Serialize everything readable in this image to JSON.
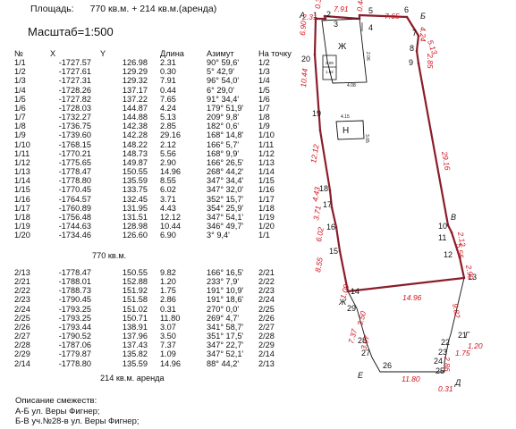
{
  "area": {
    "label": "Площадь:",
    "value": "770 кв.м. + 214 кв.м.(аренда)"
  },
  "scale": "Масштаб=1:500",
  "table1": {
    "headers": [
      "№",
      "X",
      "Y",
      "Длина",
      "Азимут",
      "На точку"
    ],
    "rows": [
      [
        "1/1",
        "-1727.57",
        "126.98",
        "2.31",
        "90° 59,6'",
        "1/2"
      ],
      [
        "1/2",
        "-1727.61",
        "129.29",
        "0.30",
        "5° 42,9'",
        "1/3"
      ],
      [
        "1/3",
        "-1727.31",
        "129.32",
        "7.91",
        "96° 54,0'",
        "1/4"
      ],
      [
        "1/4",
        "-1728.26",
        "137.17",
        "0.44",
        "6° 29,0'",
        "1/5"
      ],
      [
        "1/5",
        "-1727.82",
        "137.22",
        "7.65",
        "91° 34,4'",
        "1/6"
      ],
      [
        "1/6",
        "-1728.03",
        "144.87",
        "4.24",
        "179° 51,9'",
        "1/7"
      ],
      [
        "1/7",
        "-1732.27",
        "144.88",
        "5.13",
        "209° 9,8'",
        "1/8"
      ],
      [
        "1/8",
        "-1736.75",
        "142.38",
        "2.85",
        "182° 0,6'",
        "1/9"
      ],
      [
        "1/9",
        "-1739.60",
        "142.28",
        "29.16",
        "168° 14,8'",
        "1/10"
      ],
      [
        "1/10",
        "-1768.15",
        "148.22",
        "2.12",
        "166° 5,7'",
        "1/11"
      ],
      [
        "1/11",
        "-1770.21",
        "148.73",
        "5.56",
        "168° 9,9'",
        "1/12"
      ],
      [
        "1/12",
        "-1775.65",
        "149.87",
        "2.90",
        "166° 26,5'",
        "1/13"
      ],
      [
        "1/13",
        "-1778.47",
        "150.55",
        "14.96",
        "268° 44,2'",
        "1/14"
      ],
      [
        "1/14",
        "-1778.80",
        "135.59",
        "8.55",
        "347° 34,4'",
        "1/15"
      ],
      [
        "1/15",
        "-1770.45",
        "133.75",
        "6.02",
        "347° 32,0'",
        "1/16"
      ],
      [
        "1/16",
        "-1764.57",
        "132.45",
        "3.71",
        "352° 15,7'",
        "1/17"
      ],
      [
        "1/17",
        "-1760.89",
        "131.95",
        "4.43",
        "354° 25,9'",
        "1/18"
      ],
      [
        "1/18",
        "-1756.48",
        "131.51",
        "12.12",
        "347° 54,1'",
        "1/19"
      ],
      [
        "1/19",
        "-1744.63",
        "128.98",
        "10.44",
        "346° 49,7'",
        "1/20"
      ],
      [
        "1/20",
        "-1734.46",
        "126.60",
        "6.90",
        "3° 9,4'",
        "1/1"
      ]
    ],
    "subtotal": "770 кв.м."
  },
  "table2": {
    "rows": [
      [
        "2/13",
        "-1778.47",
        "150.55",
        "9.82",
        "166° 16,5'",
        "2/21"
      ],
      [
        "2/21",
        "-1788.01",
        "152.88",
        "1.20",
        "233° 7,9'",
        "2/22"
      ],
      [
        "2/22",
        "-1788.73",
        "151.92",
        "1.75",
        "191° 10,9'",
        "2/23"
      ],
      [
        "2/23",
        "-1790.45",
        "151.58",
        "2.86",
        "191° 18,6'",
        "2/24"
      ],
      [
        "2/24",
        "-1793.25",
        "151.02",
        "0.31",
        "270° 0,0'",
        "2/25"
      ],
      [
        "2/25",
        "-1793.25",
        "150.71",
        "11.80",
        "269° 4,7'",
        "2/26"
      ],
      [
        "2/26",
        "-1793.44",
        "138.91",
        "3.07",
        "341° 58,7'",
        "2/27"
      ],
      [
        "2/27",
        "-1790.52",
        "137.96",
        "3.50",
        "351° 17,5'",
        "2/28"
      ],
      [
        "2/28",
        "-1787.06",
        "137.43",
        "7.37",
        "347° 22,7'",
        "2/29"
      ],
      [
        "2/29",
        "-1779.87",
        "135.82",
        "1.09",
        "347° 52,1'",
        "2/14"
      ],
      [
        "2/14",
        "-1778.80",
        "135.59",
        "14.96",
        "88° 44,2'",
        "2/13"
      ]
    ],
    "subtotal": "214 кв.м. аренда"
  },
  "description": {
    "title": "Описание смежеств:",
    "lines": [
      "А-Б ул. Веры Фигнер;",
      "Б-В уч.№28-в ул. Веры Фигнер;"
    ]
  },
  "plan": {
    "point_labels": [
      "1",
      "2",
      "3",
      "4",
      "5",
      "6",
      "7",
      "8",
      "9",
      "10",
      "11",
      "12",
      "13",
      "14",
      "15",
      "16",
      "17",
      "18",
      "19",
      "20",
      "21",
      "22",
      "23",
      "24",
      "25",
      "26",
      "27",
      "28",
      "29"
    ],
    "corner_letters": [
      "А",
      "Б",
      "В",
      "Г",
      "Д",
      "Е",
      "Ж"
    ],
    "dimensions": [
      "2.31",
      "0.30",
      "7.91",
      "0.44",
      "7.65",
      "4.24",
      "5.13",
      "2.85",
      "29.16",
      "2.12",
      "5.56",
      "2.90",
      "14.96",
      "8.55",
      "6.02",
      "3.71",
      "4.43",
      "12.12",
      "10.44",
      "6.90",
      "9.82",
      "1.20",
      "1.75",
      "2.86",
      "0.31",
      "11.80",
      "3.07",
      "3.50",
      "7.37",
      "1.09"
    ],
    "building_labels": [
      "Ж",
      "Н"
    ],
    "building_dims": [
      "4.08",
      "4.15",
      "3.65",
      "2.09",
      "1.62",
      "2.06"
    ],
    "colors": {
      "boundary": "#8b1c2a",
      "dimension": "#d0141c",
      "ink": "#111111"
    }
  }
}
